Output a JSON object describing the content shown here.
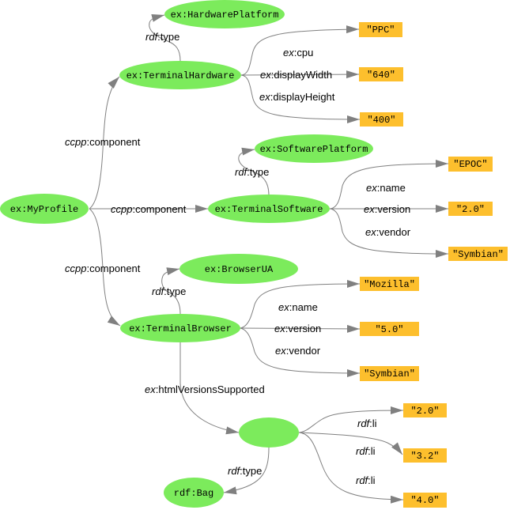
{
  "diagram": {
    "colors": {
      "resource_node": "#7ceb5c",
      "literal_node": "#fdbf2d",
      "edge": "#808080"
    },
    "nodes": [
      {
        "id": "my_profile",
        "label": "ex:MyProfile"
      },
      {
        "id": "terminal_hardware",
        "label": "ex:TerminalHardware"
      },
      {
        "id": "hardware_platform",
        "label": "ex:HardwarePlatform"
      },
      {
        "id": "terminal_software",
        "label": "ex:TerminalSoftware"
      },
      {
        "id": "software_platform",
        "label": "ex:SoftwarePlatform"
      },
      {
        "id": "terminal_browser",
        "label": "ex:TerminalBrowser"
      },
      {
        "id": "browser_ua",
        "label": "ex:BrowserUA"
      },
      {
        "id": "blank_node",
        "label": ""
      },
      {
        "id": "rdf_bag",
        "label": "rdf:Bag"
      }
    ],
    "literals": [
      {
        "id": "hw_cpu",
        "label": "\"PPC\""
      },
      {
        "id": "hw_width",
        "label": "\"640\""
      },
      {
        "id": "hw_height",
        "label": "\"400\""
      },
      {
        "id": "sw_name",
        "label": "\"EPOC\""
      },
      {
        "id": "sw_version",
        "label": "\"2.0\""
      },
      {
        "id": "sw_vendor",
        "label": "\"Symbian\""
      },
      {
        "id": "br_name",
        "label": "\"Mozilla\""
      },
      {
        "id": "br_version",
        "label": "\"5.0\""
      },
      {
        "id": "br_vendor",
        "label": "\"Symbian\""
      },
      {
        "id": "bag_li1",
        "label": "\"2.0\""
      },
      {
        "id": "bag_li2",
        "label": "\"3.2\""
      },
      {
        "id": "bag_li3",
        "label": "\"4.0\""
      }
    ],
    "edges": [
      {
        "from": "my_profile",
        "to": "terminal_hardware",
        "prefix": "ccpp",
        "local": ":component"
      },
      {
        "from": "my_profile",
        "to": "terminal_software",
        "prefix": "ccpp",
        "local": ":component"
      },
      {
        "from": "my_profile",
        "to": "terminal_browser",
        "prefix": "ccpp",
        "local": ":component"
      },
      {
        "from": "terminal_hardware",
        "to": "hardware_platform",
        "prefix": "rdf",
        "local": ":type"
      },
      {
        "from": "terminal_hardware",
        "to": "hw_cpu",
        "prefix": "ex",
        "local": ":cpu"
      },
      {
        "from": "terminal_hardware",
        "to": "hw_width",
        "prefix": "ex",
        "local": ":displayWidth"
      },
      {
        "from": "terminal_hardware",
        "to": "hw_height",
        "prefix": "ex",
        "local": ":displayHeight"
      },
      {
        "from": "terminal_software",
        "to": "software_platform",
        "prefix": "rdf",
        "local": ":type"
      },
      {
        "from": "terminal_software",
        "to": "sw_name",
        "prefix": "ex",
        "local": ":name"
      },
      {
        "from": "terminal_software",
        "to": "sw_version",
        "prefix": "ex",
        "local": ":version"
      },
      {
        "from": "terminal_software",
        "to": "sw_vendor",
        "prefix": "ex",
        "local": ":vendor"
      },
      {
        "from": "terminal_browser",
        "to": "browser_ua",
        "prefix": "rdf",
        "local": ":type"
      },
      {
        "from": "terminal_browser",
        "to": "br_name",
        "prefix": "ex",
        "local": ":name"
      },
      {
        "from": "terminal_browser",
        "to": "br_version",
        "prefix": "ex",
        "local": ":version"
      },
      {
        "from": "terminal_browser",
        "to": "br_vendor",
        "prefix": "ex",
        "local": ":vendor"
      },
      {
        "from": "terminal_browser",
        "to": "blank_node",
        "prefix": "ex",
        "local": ":htmlVersionsSupported"
      },
      {
        "from": "blank_node",
        "to": "rdf_bag",
        "prefix": "rdf",
        "local": ":type"
      },
      {
        "from": "blank_node",
        "to": "bag_li1",
        "prefix": "rdf",
        "local": ":li"
      },
      {
        "from": "blank_node",
        "to": "bag_li2",
        "prefix": "rdf",
        "local": ":li"
      },
      {
        "from": "blank_node",
        "to": "bag_li3",
        "prefix": "rdf",
        "local": ":li"
      }
    ]
  }
}
